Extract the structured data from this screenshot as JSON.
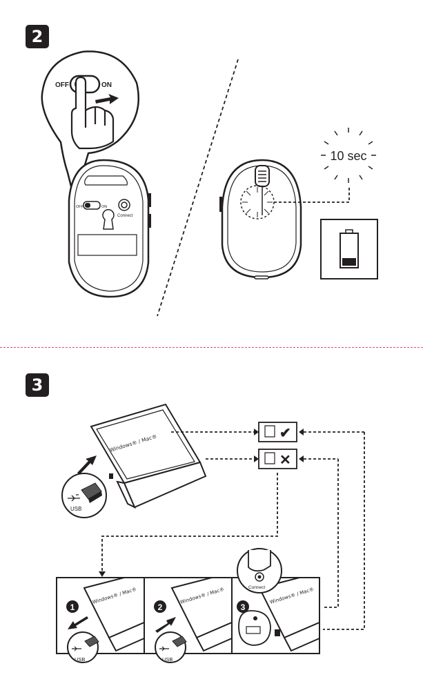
{
  "step2": {
    "badge": "2",
    "switch_off_label": "OFF",
    "switch_on_label": "ON",
    "small_switch_off": "OFF",
    "small_switch_on": "ON",
    "connect_label": "Connect",
    "timer_label": "10 sec",
    "battery_level": 0.25
  },
  "step3": {
    "badge": "3",
    "laptop_os_label": "Windows® / Mac®",
    "usb_label": "USB",
    "result_success": "✔",
    "result_fail": "✕",
    "panels": [
      {
        "number": "1",
        "os_label": "Windows® / Mac®",
        "usb_label": "USB"
      },
      {
        "number": "2",
        "os_label": "Windows® / Mac®",
        "usb_label": "USB"
      },
      {
        "number": "3",
        "os_label": "Windows® / Mac®",
        "connect_label": "Connect"
      }
    ]
  },
  "colors": {
    "ink": "#231f20",
    "divider": "#e0457b"
  }
}
